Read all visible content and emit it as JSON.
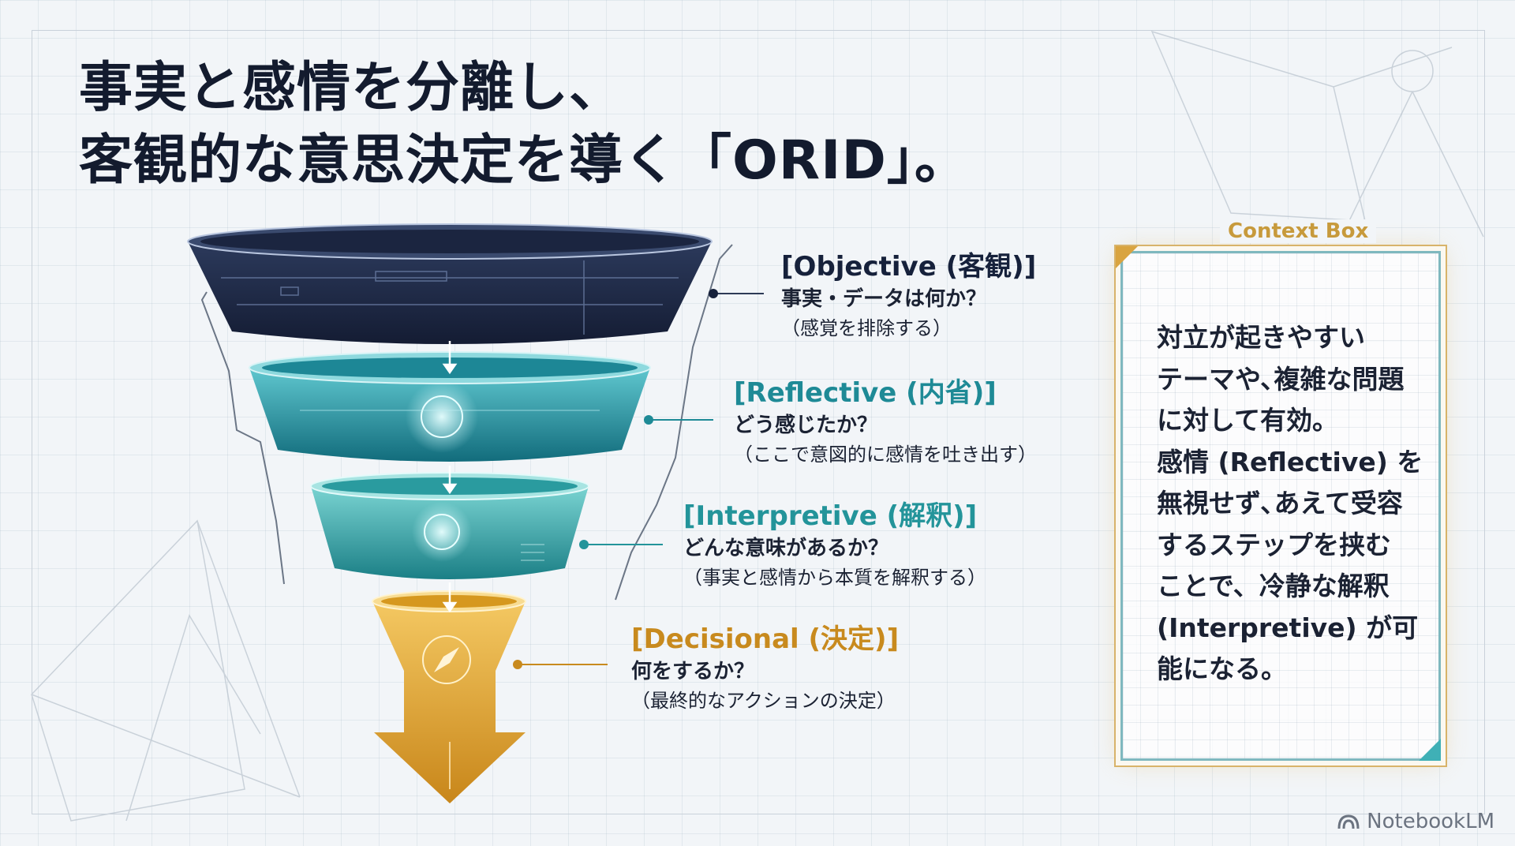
{
  "title": {
    "line1": "事実と感情を分離し、",
    "line2": "客観的な意思決定を導く「ORID」。"
  },
  "stages": [
    {
      "heading": "[Objective (客観)]",
      "question": "事実・データは何か？",
      "note": "（感覚を排除する）",
      "color": "#16213b"
    },
    {
      "heading": "[Reflective (内省)]",
      "question": "どう感じたか？",
      "note": "（ここで意図的に感情を吐き出す）",
      "color": "#1e8a96"
    },
    {
      "heading": "[Interpretive (解釈)]",
      "question": "どんな意味があるか？",
      "note": "（事実と感情から本質を解釈する）",
      "color": "#23949a"
    },
    {
      "heading": "[Decisional (決定)]",
      "question": "何をするか？",
      "note": "（最終的なアクションの決定）",
      "color": "#c88a1e"
    }
  ],
  "context_box": {
    "title": "Context Box",
    "text": "対立が起きやすい\nテーマや､複雑な問題\nに対して有効。\n感情 (Reflective) を\n無視せず､あえて受容\nするステップを挟む\nことで、冷静な解釈\n(Interpretive) が可\n能になる。"
  },
  "brand": {
    "label": "NotebookLM",
    "icon": "notebooklm-logo-icon"
  }
}
